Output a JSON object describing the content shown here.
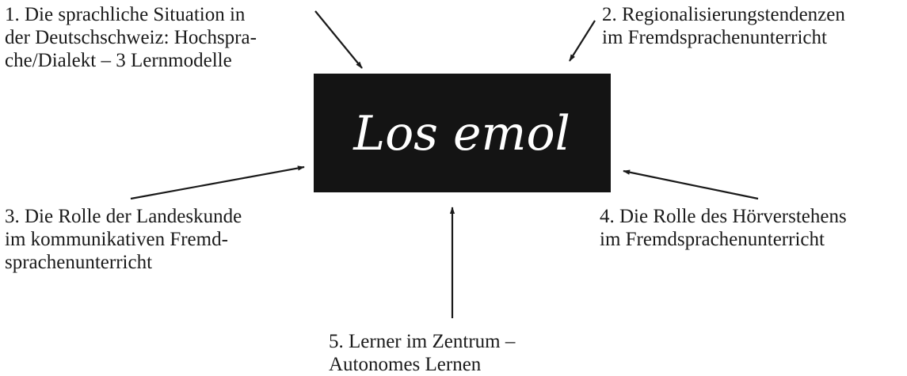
{
  "center": {
    "title": "Los emol"
  },
  "topics": [
    {
      "lines": [
        "1. Die sprachliche Situation in",
        "der Deutschschweiz: Hochspra-",
        "che/Dialekt – 3 Lernmodelle"
      ]
    },
    {
      "lines": [
        "2. Regionalisierungstendenzen",
        "im Fremdsprachenunterricht"
      ]
    },
    {
      "lines": [
        "3. Die Rolle der Landeskunde",
        "im kommunikativen Fremd-",
        "sprachenunterricht"
      ]
    },
    {
      "lines": [
        "4. Die Rolle des Hörverstehens",
        "im Fremdsprachenunterricht"
      ]
    },
    {
      "lines": [
        "5. Lerner im Zentrum –",
        "Autonomes Lernen"
      ]
    }
  ],
  "colors": {
    "board": "#141414",
    "board_text": "#ffffff",
    "ink": "#1a1a1a"
  }
}
